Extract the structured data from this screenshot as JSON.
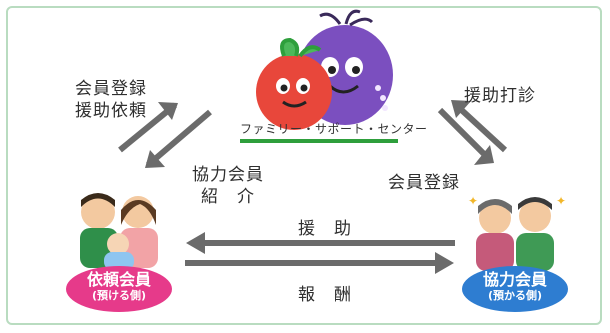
{
  "center": {
    "logo_text": "ファミリー・サポート・センター"
  },
  "labels": {
    "register_request_line1": "会員登録",
    "register_request_line2": "援助依頼",
    "support_inquiry": "援助打診",
    "cooperation_intro_line1": "協力会員",
    "cooperation_intro_line2": "紹　介",
    "member_register": "会員登録",
    "support": "援　助",
    "reward": "報　酬"
  },
  "requester": {
    "title": "依頼会員",
    "subtitle": "(預ける側)"
  },
  "cooperator": {
    "title": "協力会員",
    "subtitle": "(預かる側)"
  },
  "colors": {
    "frame": "#b9dcc0",
    "requester_badge": "#e63a8a",
    "cooperator_badge": "#2e7dd1",
    "arrow": "#6b6b6b",
    "logo_underline": "#2e9f3c"
  }
}
